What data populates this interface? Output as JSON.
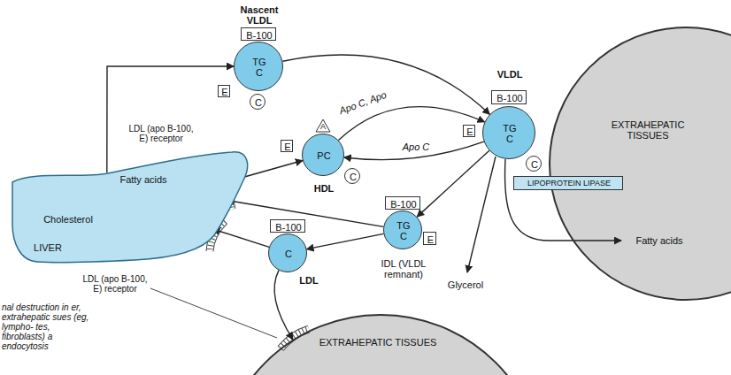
{
  "diagram": {
    "nodes": [
      {
        "text": [
          "Nascent VLDL",
          "TG C"
        ]
      },
      {
        "text": [
          "B-100"
        ]
      },
      {
        "text": [
          "E"
        ]
      },
      {
        "text": [
          "C"
        ]
      },
      {
        "text": [
          "VLDL",
          "TG C"
        ]
      },
      {
        "text": [
          "B-100"
        ]
      },
      {
        "text": [
          "E"
        ]
      },
      {
        "text": [
          "C"
        ]
      },
      {
        "text": [
          "PC",
          "HDL"
        ]
      },
      {
        "text": [
          "A"
        ]
      },
      {
        "text": [
          "E"
        ]
      },
      {
        "text": [
          "C"
        ]
      },
      {
        "text": [
          "TG C",
          "IDL (VLDL remnant)"
        ]
      },
      {
        "text": [
          "B-100"
        ]
      },
      {
        "text": [
          "E"
        ]
      },
      {
        "text": [
          "C",
          "LDL"
        ]
      },
      {
        "text": [
          "B-100"
        ]
      },
      {
        "text": [
          "Fatty acids",
          "Cholesterol",
          "LIVER"
        ]
      },
      {
        "text": [
          "EXTRAHEPATIC TISSUES"
        ]
      },
      {
        "text": [
          "EXTRAHEPATIC TISSUES"
        ]
      },
      {
        "text": [
          "LIPOPROTEIN LIPASE"
        ]
      }
    ],
    "edges": [
      {
        "from": 17,
        "to": 0,
        "arrow": "to"
      },
      {
        "from": 0,
        "to": 4,
        "arrow": "to"
      },
      {
        "from": 8,
        "to": 4,
        "label": "Apo C, Apo",
        "arrow": "to"
      },
      {
        "from": 4,
        "to": 8,
        "label": "Apo C",
        "arrow": "to"
      },
      {
        "from": 17,
        "to": 8,
        "arrow": "to"
      },
      {
        "from": 4,
        "to": 12,
        "arrow": "to"
      },
      {
        "from": 12,
        "to": 17,
        "arrow": "to"
      },
      {
        "from": 12,
        "to": 15,
        "arrow": "to"
      },
      {
        "from": 15,
        "to": 17,
        "arrow": "to"
      },
      {
        "from": 15,
        "to": 19,
        "arrow": "to"
      }
    ],
    "labels": [
      "LDL (apo B-100, E) receptor",
      "LDL (apo B-100, E) receptor",
      "nal destruction in er, extrahepatic sues (eg, lympho- tes, fibroblasts) a endocytosis",
      "Fatty acids",
      "Glycerol"
    ]
  }
}
